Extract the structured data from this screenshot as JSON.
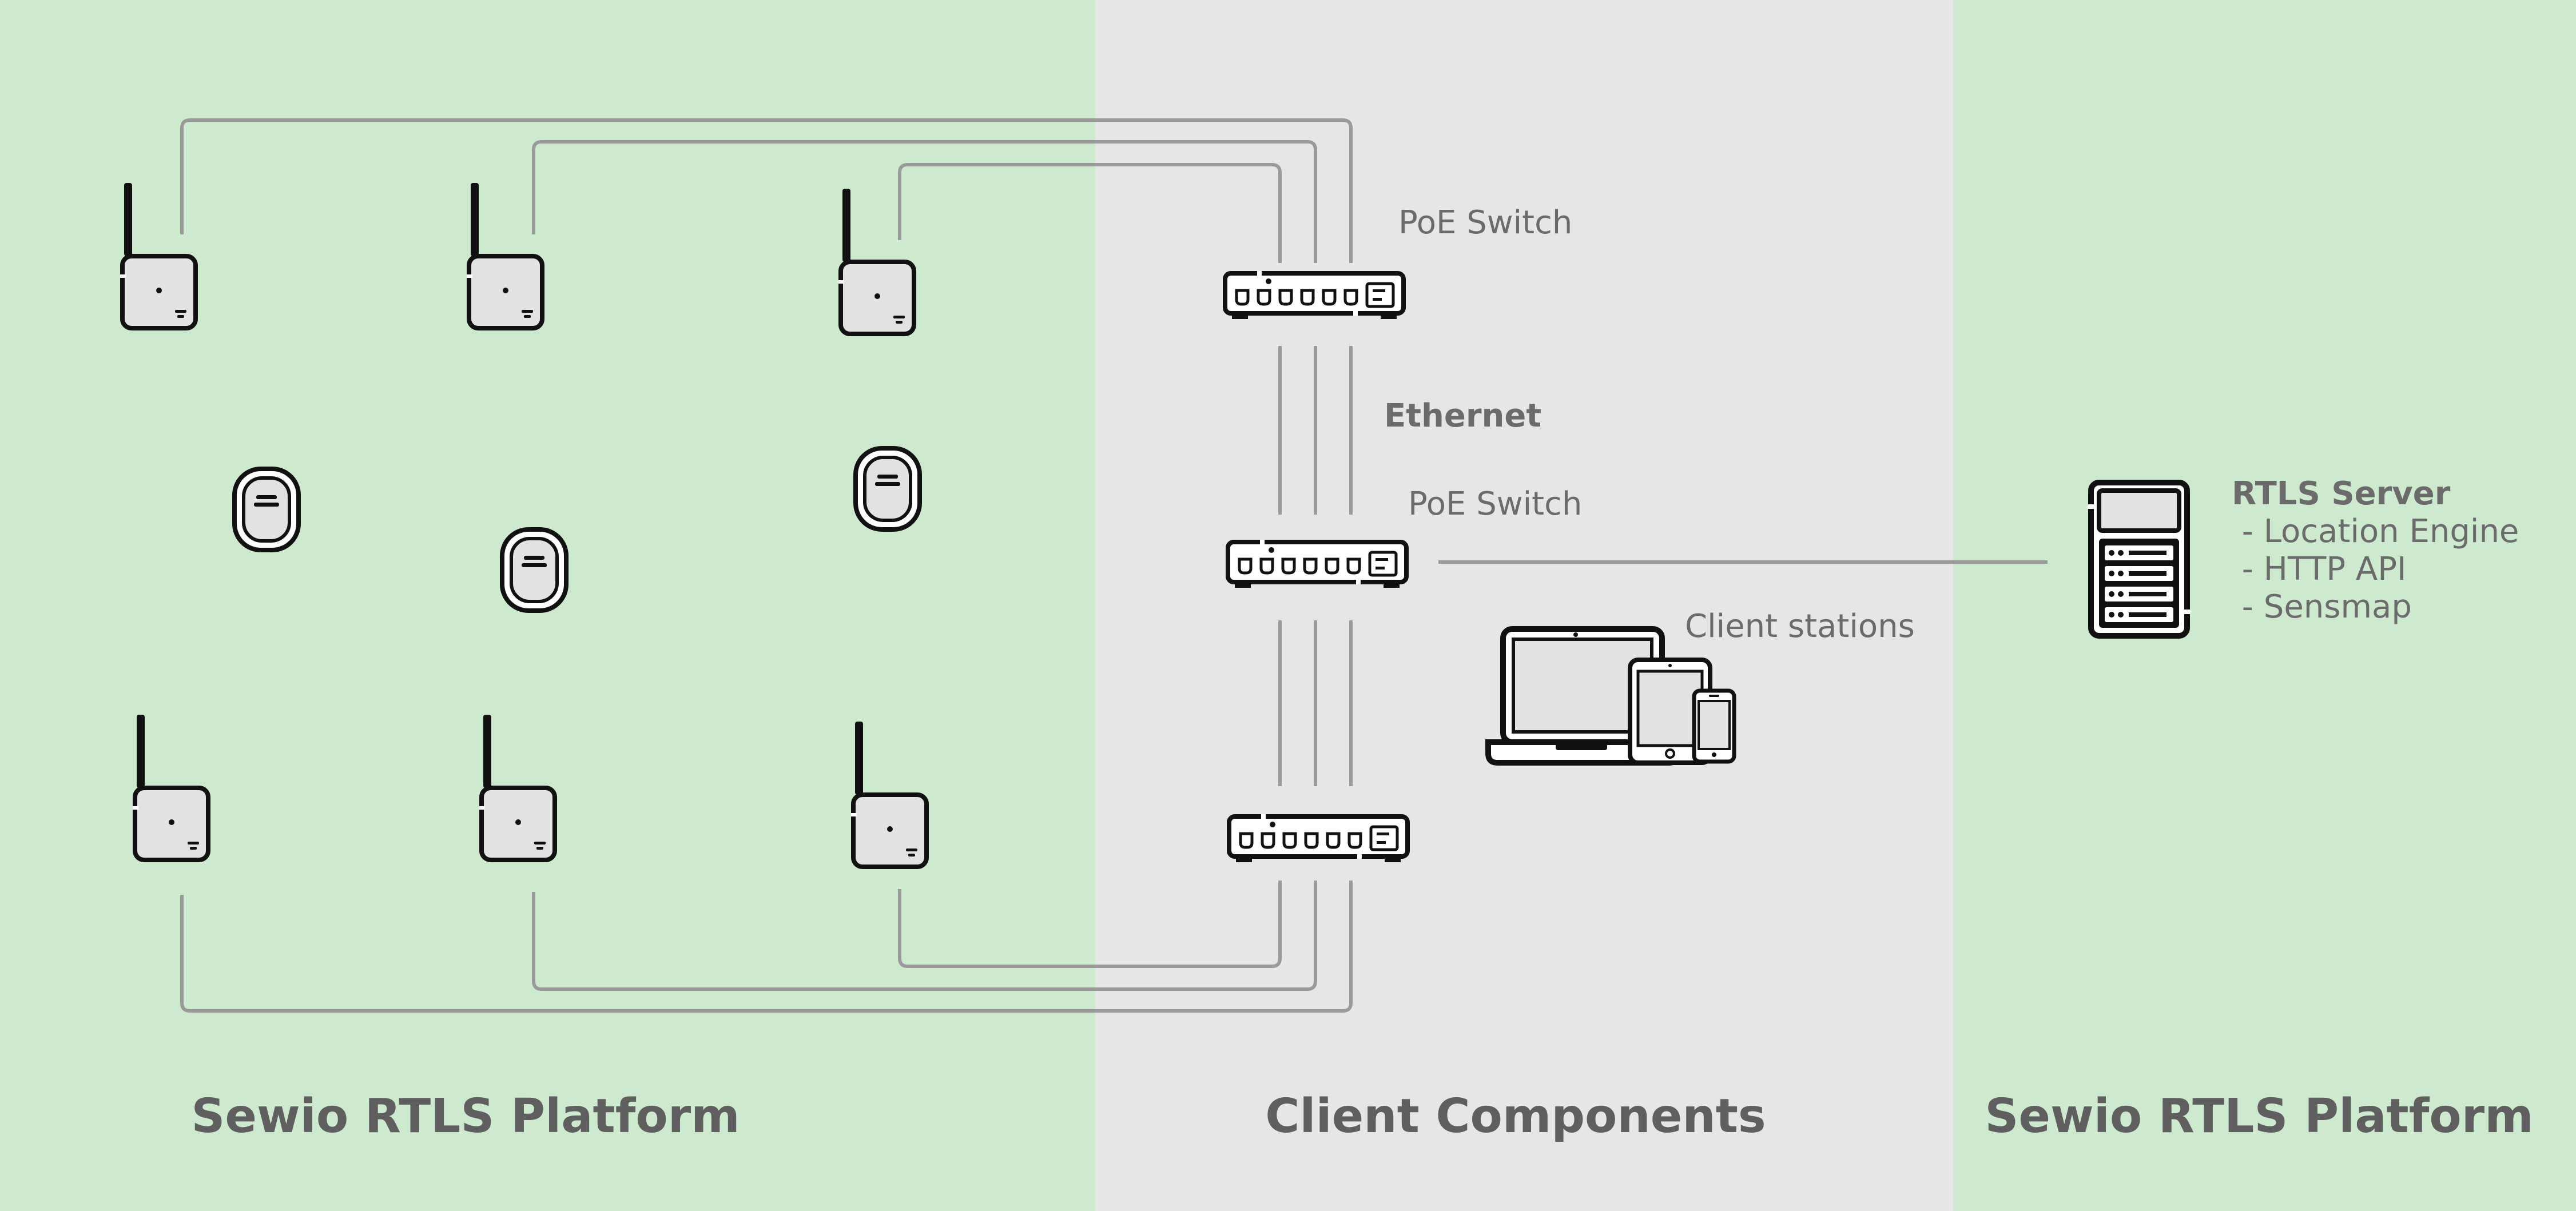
{
  "zones": [
    {
      "name": "Sewio RTLS Platform",
      "color": "#cdeacf"
    },
    {
      "name": "Client Components",
      "color": "#e6e6e6"
    },
    {
      "name": "Sewio RTLS Platform",
      "color": "#cdeacf"
    }
  ],
  "labels": {
    "poe_switch_top": "PoE Switch",
    "ethernet": "Ethernet",
    "poe_switch_middle": "PoE Switch",
    "client_stations": "Client stations",
    "server_title": "RTLS Server",
    "server_features": [
      " - Location Engine",
      " - HTTP API",
      " - Sensmap"
    ]
  },
  "icons": {
    "anchor": "anchor-icon",
    "tag": "tag-icon",
    "switch": "poe-switch-icon",
    "server": "server-icon",
    "laptop": "laptop-icon",
    "tablet": "tablet-icon",
    "phone": "phone-icon"
  },
  "colors": {
    "wire": "#9a9a9a",
    "icon_fill": "#e2e2e2",
    "icon_stroke": "#111111",
    "text": "#6b6b6b"
  }
}
